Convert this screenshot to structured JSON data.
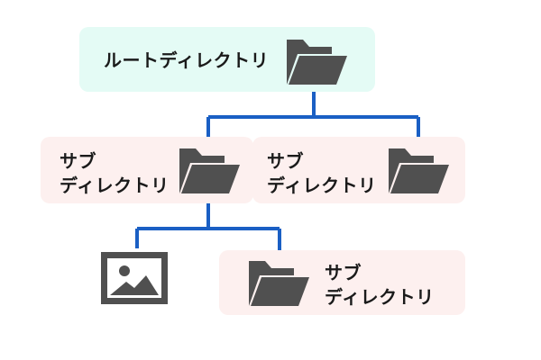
{
  "colors": {
    "root_box": "#e4fbf5",
    "sub_box": "#fdf0ef",
    "connector": "#1a5fc4",
    "icon": "#505050"
  },
  "root": {
    "label": "ルートディレクトリ",
    "icon": "folder-icon"
  },
  "subdirs": [
    {
      "line1": "サブ",
      "line2": "ディレクトリ",
      "icon": "folder-icon"
    },
    {
      "line1": "サブ",
      "line2": "ディレクトリ",
      "icon": "folder-icon"
    },
    {
      "line1": "サブ",
      "line2": "ディレクトリ",
      "icon": "folder-icon"
    }
  ],
  "file": {
    "icon": "image-file-icon"
  }
}
